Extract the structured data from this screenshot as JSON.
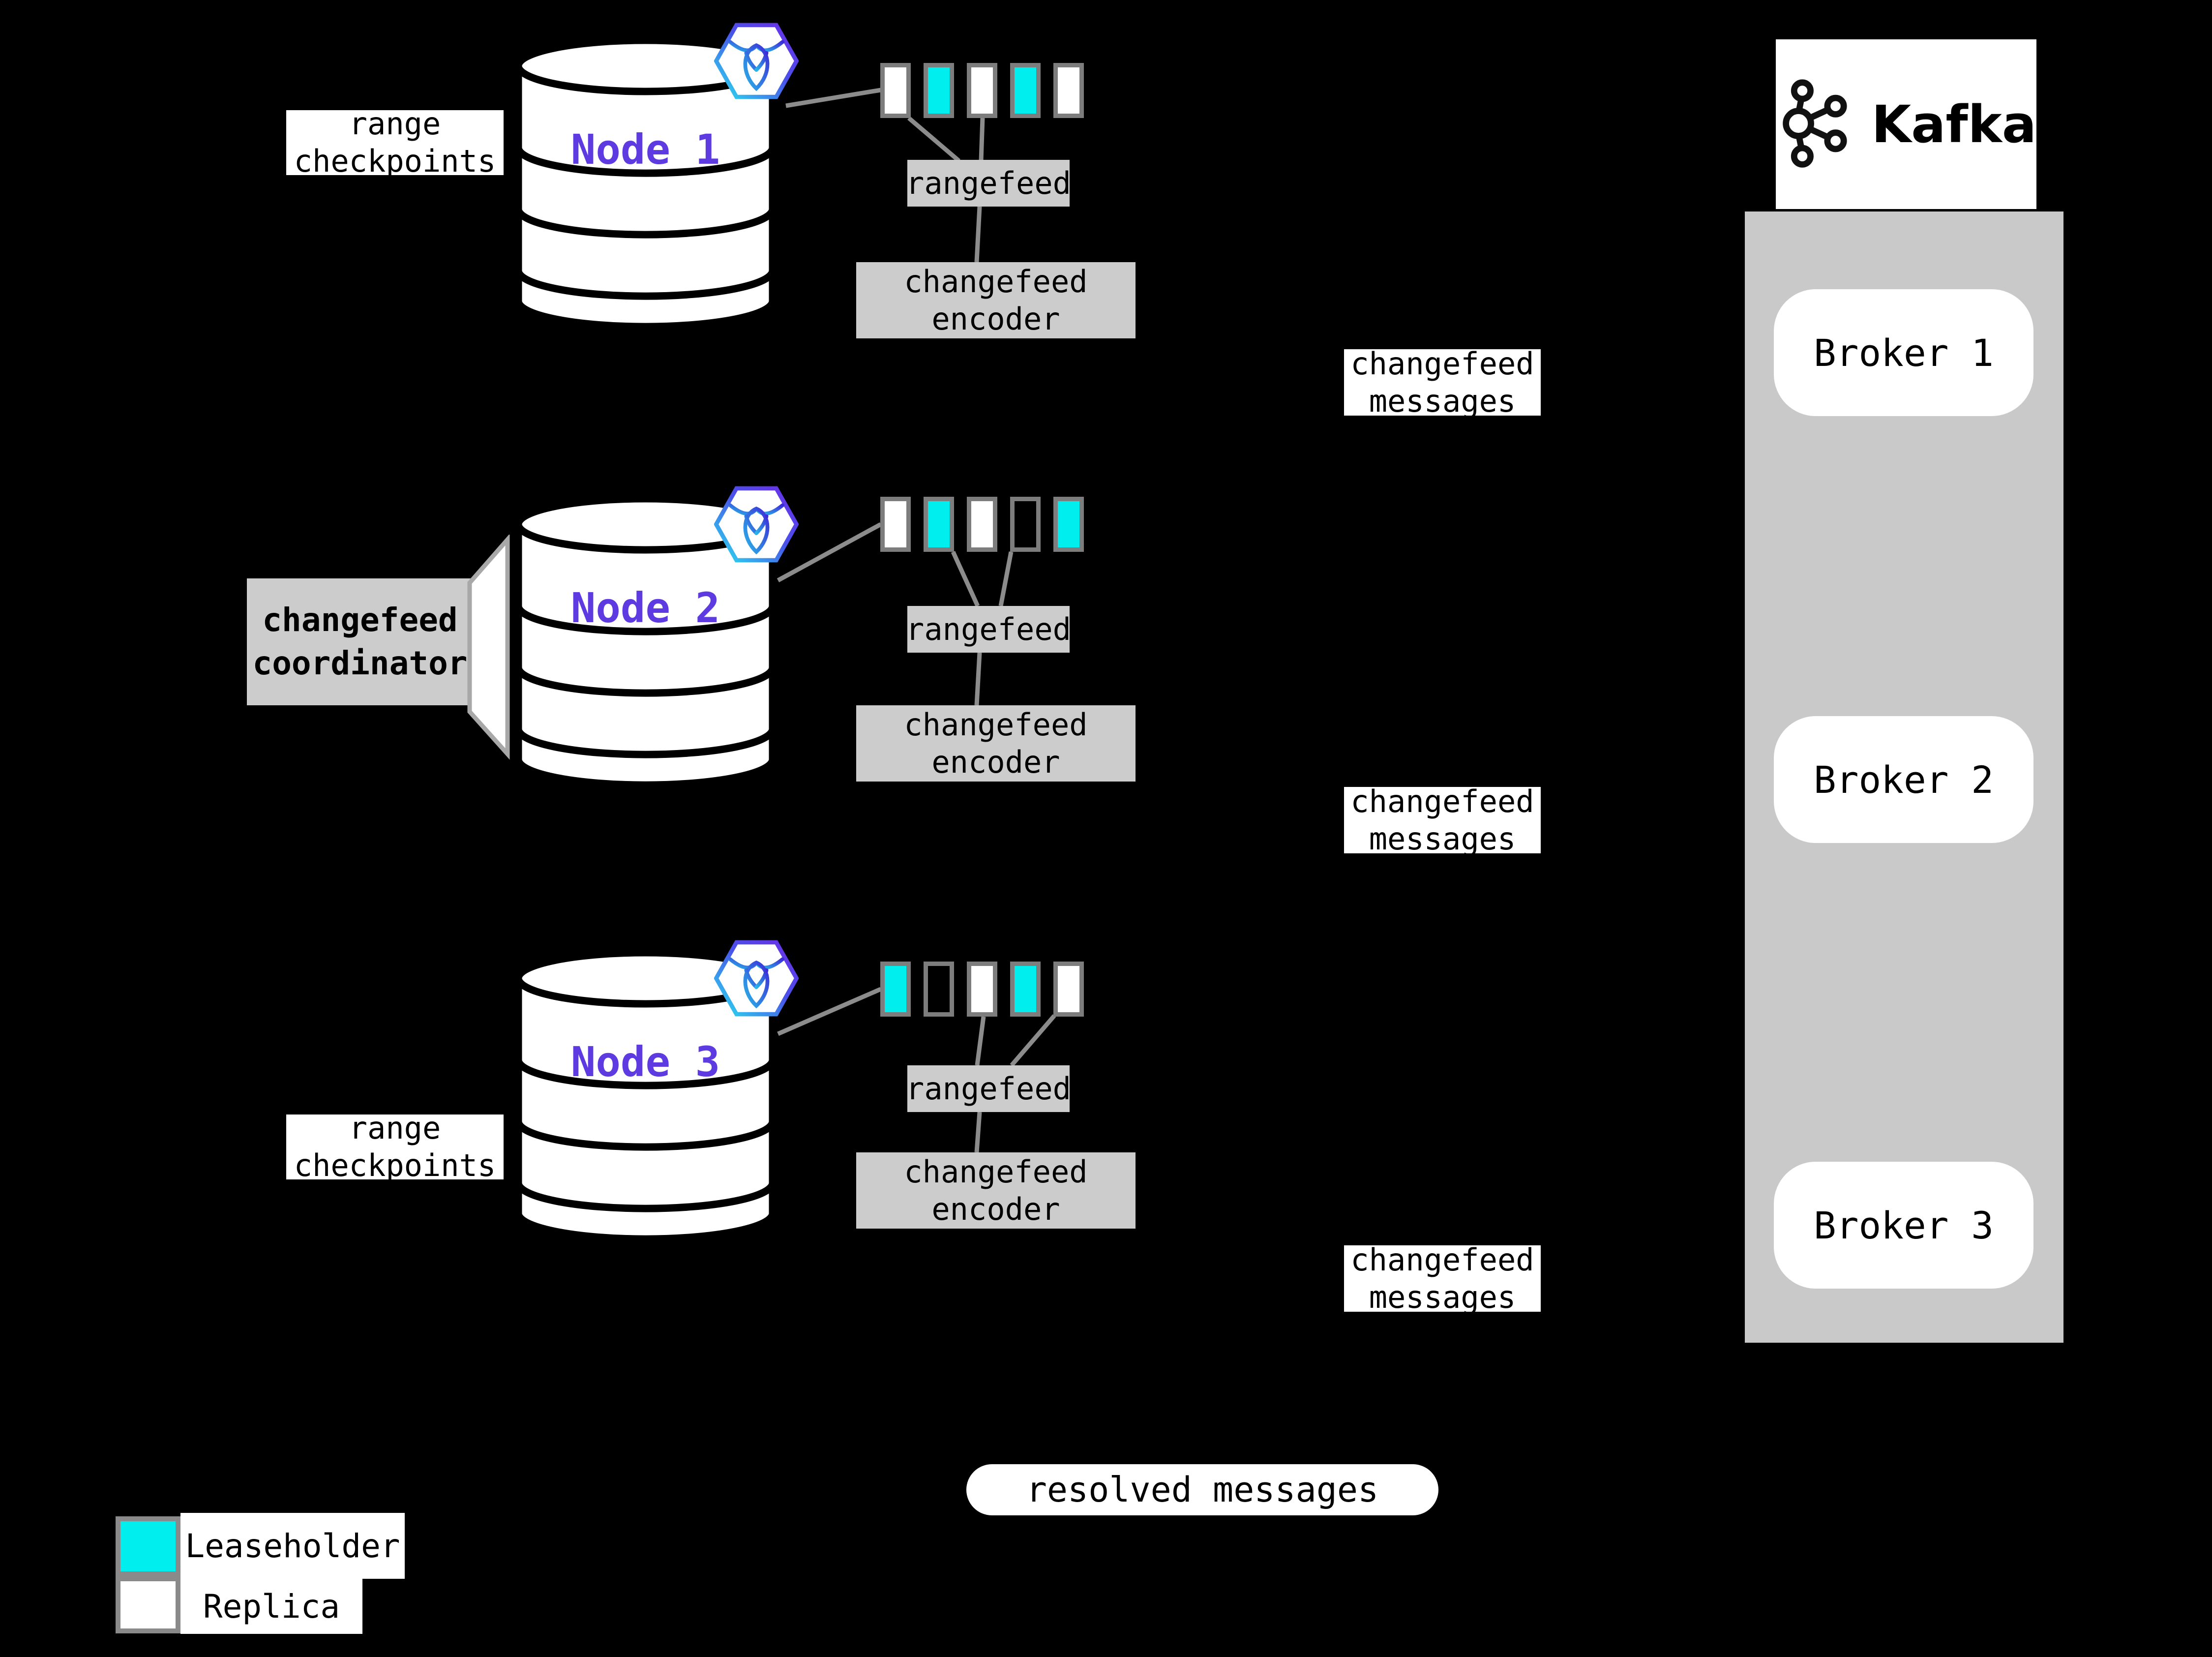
{
  "nodes": [
    {
      "label": "Node 1",
      "annotation": "range checkpoints",
      "ranges": [
        "replica",
        "leaseholder",
        "replica",
        "leaseholder",
        "replica"
      ],
      "rangefeed_label": "rangefeed",
      "encoder_label": "changefeed encoder",
      "messages_label": "changefeed messages"
    },
    {
      "label": "Node 2",
      "annotation": "changefeed coordinator",
      "ranges": [
        "replica",
        "leaseholder",
        "replica",
        "empty",
        "leaseholder"
      ],
      "rangefeed_label": "rangefeed",
      "encoder_label": "changefeed encoder",
      "messages_label": "changefeed messages"
    },
    {
      "label": "Node 3",
      "annotation": "range checkpoints",
      "ranges": [
        "leaseholder",
        "empty",
        "replica",
        "leaseholder",
        "replica"
      ],
      "rangefeed_label": "rangefeed",
      "encoder_label": "changefeed encoder",
      "messages_label": "changefeed messages"
    }
  ],
  "kafka": {
    "logo_text": "Kafka",
    "brokers": [
      "Broker 1",
      "Broker 2",
      "Broker 3"
    ]
  },
  "resolved_label": "resolved messages",
  "legend": [
    {
      "swatch": "leaseholder",
      "label": "Leaseholder"
    },
    {
      "swatch": "replica",
      "label": "Replica"
    }
  ],
  "colors": {
    "leaseholder": "#00efee",
    "replica": "#ffffff",
    "empty": "#000000",
    "node_label": "#5e3be0",
    "box_gray": "#cccccc",
    "column_gray": "#c9c9c9",
    "line_gray": "#8c8c8c"
  }
}
